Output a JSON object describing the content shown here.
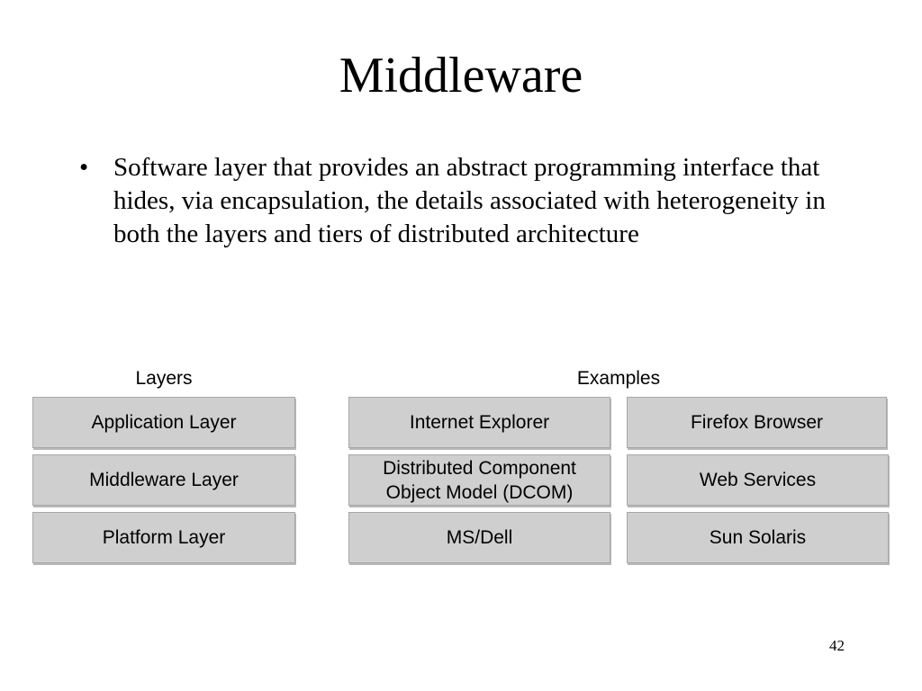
{
  "slide": {
    "title": "Middleware",
    "bullets": [
      {
        "mark": "•",
        "text": "Software layer that provides an abstract programming interface that hides, via encapsulation, the details associated with heterogeneity in both the layers and tiers of distributed architecture"
      }
    ],
    "page_number": "42"
  },
  "diagram": {
    "layers_header": "Layers",
    "examples_header": "Examples",
    "layers": [
      "Application Layer",
      "Middleware Layer",
      "Platform Layer"
    ],
    "examples_col1": [
      "Internet Explorer",
      "Distributed Component Object Model (DCOM)",
      "MS/Dell"
    ],
    "examples_col2": [
      "Firefox Browser",
      "Web Services",
      "Sun Solaris"
    ],
    "box_color": "#cfcfcf"
  }
}
